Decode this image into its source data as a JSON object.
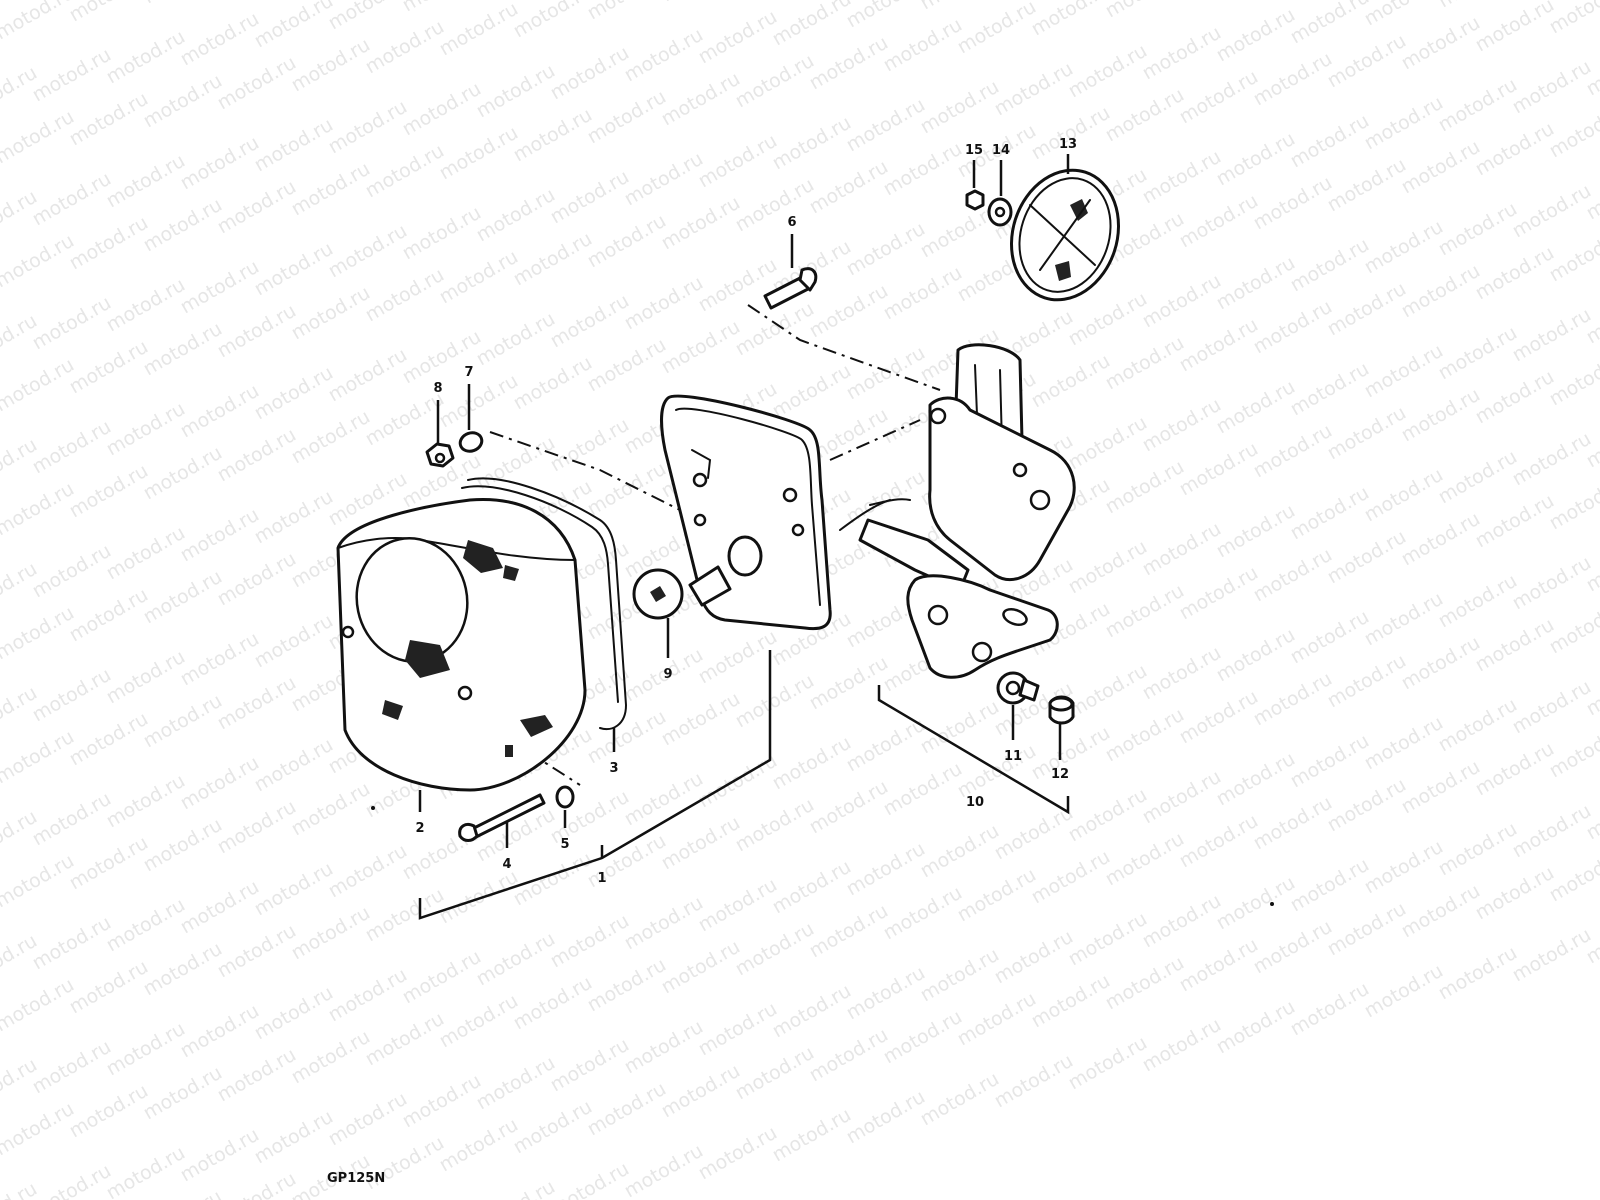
{
  "watermark_text": "motod.ru",
  "model_code": "GP125N",
  "callouts": {
    "c1": "1",
    "c2": "2",
    "c3": "3",
    "c4": "4",
    "c5": "5",
    "c6": "6",
    "c7": "7",
    "c8": "8",
    "c9": "9",
    "c10": "10",
    "c11": "11",
    "c12": "12",
    "c13": "13",
    "c14": "14",
    "c15": "15"
  }
}
